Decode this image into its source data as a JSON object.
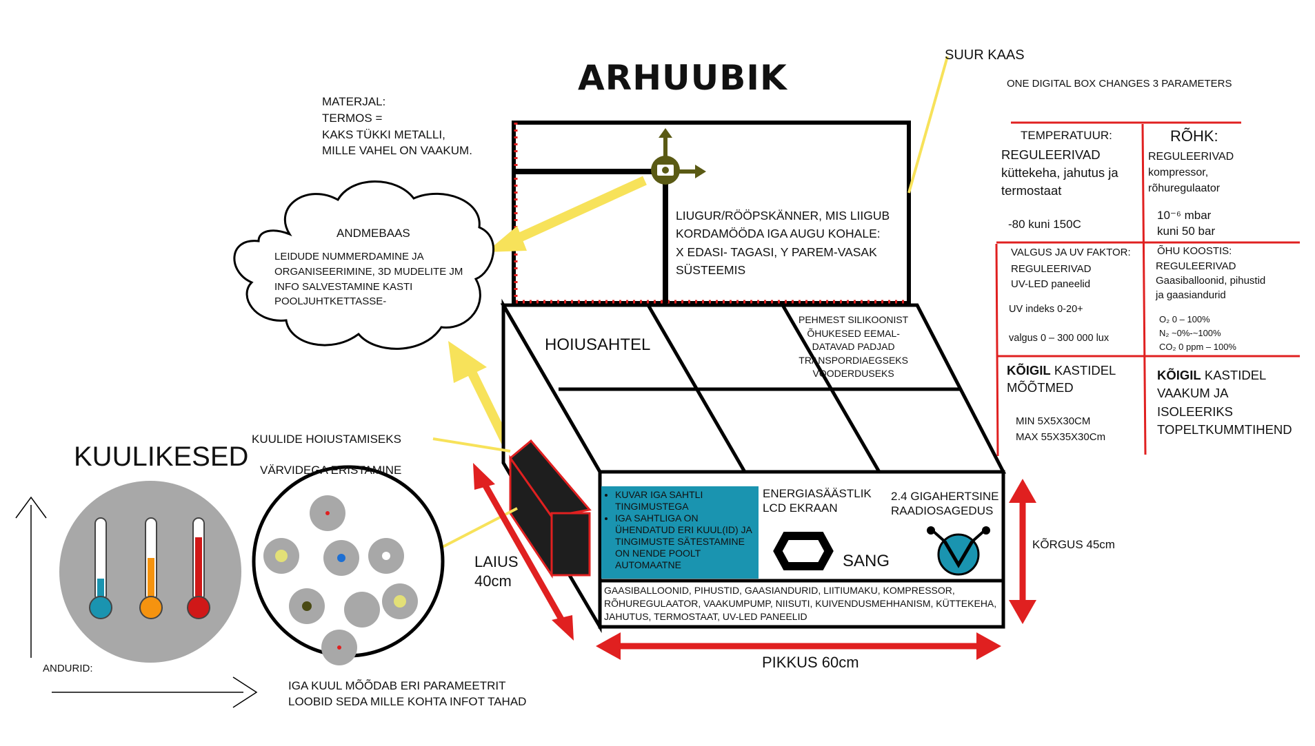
{
  "title": "ARHUUBIK",
  "lid_label": "SUUR KAAS",
  "digital_box_note": "ONE DIGITAL BOX CHANGES 3 PARAMETERS",
  "material": {
    "text": "MATERJAL:\nTERMOS =\nKAKS TÜKKI METALLI,\nMILLE VAHEL ON VAAKUM."
  },
  "database": {
    "title": "ANDMEBAAS",
    "text": "LEIDUDE NUMMERDAMINE JA\nORGANISEERIMINE, 3D MUDELITE JM\nINFO SALVESTAMINE KASTI\nPOOLJUHTKETTASSE-"
  },
  "scanner_text": "LIUGUR/RÖÖPSKÄNNER, MIS LIIGUB\nKORDAMÖÖDA IGA AUGU KOHALE:\nX EDASI- TAGASI, Y PAREM-VASAK\nSÜSTEEMIS",
  "drawer_label": "HOIUSAHTEL",
  "silicone_pads": "PEHMEST SILIKOONIST\nÕHUKESED EEMAL-\nDATAVAD PADJAD\nTRANSPORDIAEGSEKS\nVOODERDUSEKS",
  "front_panel": {
    "screen_items": [
      "KUVAR IGA SAHTLI TINGIMUSTEGA",
      "IGA SAHTLIGA ON ÜHENDATUD ERI KUUL(ID) JA TINGIMUSTE SÄTESTAMINE ON NENDE POOLT AUTOMAATNE"
    ],
    "lcd": "ENERGIASÄÄSTLIK\nLCD EKRAAN",
    "radio": "2.4 GIGAHERTSINE\nRAADIOSAGEDUS",
    "handle": "SANG",
    "components": "GAASIBALLOONID, PIHUSTID, GAASIANDURID, LIITIUMAKU, KOMPRESSOR,\nRÕHUREGULAATOR, VAAKUMPUMP, NIISUTI, KUIVENDUSMEHHANISM, KÜTTEKEHA,\nJAHUTUS, TERMOSTAAT, UV-LED PANEELID"
  },
  "dimensions": {
    "width": "LAIUS\n40cm",
    "length": "PIKKUS 60cm",
    "height": "KÕRGUS 45cm"
  },
  "balls": {
    "title": "KUULIKESED",
    "storage_label": "KUULIDE HOIUSTAMISEKS",
    "color_label": "VÄRVIDEGA ERISTAMINE",
    "sensors_label": "ANDURID:",
    "footer": "IGA KUUL MÕÕDAB ERI PARAMEETRIT\nLOOBID SEDA MILLE KOHTA INFOT TAHAD"
  },
  "parameters": {
    "temperature": {
      "title": "TEMPERATUUR:",
      "body": "REGULEERIVAD\nküttekeha, jahutus ja\ntermostaat",
      "range": "-80 kuni 150C"
    },
    "pressure": {
      "title": "RÕHK:",
      "body": "REGULEERIVAD\nkompressor,\nrõhuregulaator",
      "range": "10⁻⁶ mbar\n kuni 50 bar"
    },
    "light": {
      "title": "VALGUS JA UV FAKTOR:",
      "body": "REGULEERIVAD\nUV-LED paneelid",
      "uv": "UV indeks    0-20+",
      "lux": "valgus    0 – 300 000 lux"
    },
    "air": {
      "title": "ÕHU KOOSTIS:",
      "body": " REGULEERIVAD\nGaasiballoonid, pihustid\n ja gaasiandurid",
      "o2": "O₂      0 – 100%",
      "n2": "N₂   ~0%-~100%",
      "co2": "CO₂   0 ppm – 100%"
    },
    "all_dims": {
      "bold": "KÕIGIL",
      "rest": " KASTIDEL\nMÕÕTMED",
      "range": "MIN 5X5X30CM\nMAX 55X35X30Cm"
    },
    "all_vacuum": {
      "bold": "KÕIGIL",
      "rest": " KASTIDEL\n     VAAKUM JA\n       ISOLEERIKS\n        TOPELTKUMMTIHEND"
    }
  },
  "colors": {
    "red": "#e02020",
    "yellow": "#f7e25a",
    "olive": "#5a5a14",
    "teal": "#1a94b0",
    "grey": "#a8a8a8"
  }
}
